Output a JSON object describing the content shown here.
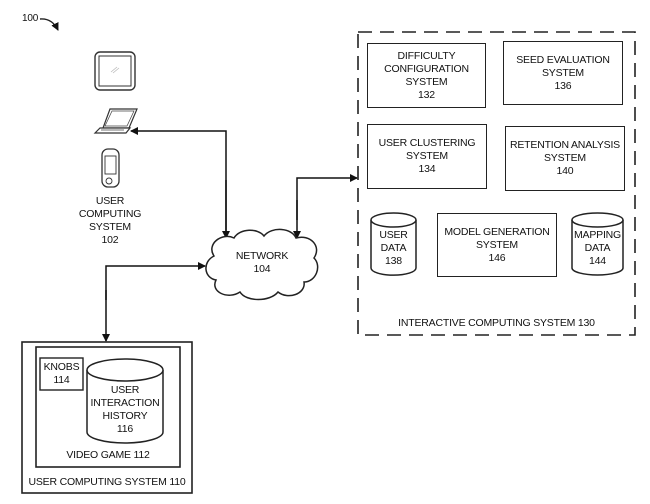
{
  "figure": {
    "ref_label": "100"
  },
  "user_computing_system_102": {
    "lines": [
      "USER",
      "COMPUTING",
      "SYSTEM",
      "102"
    ],
    "devices": [
      "monitor-icon",
      "laptop-icon",
      "phone-icon"
    ]
  },
  "network": {
    "lines": [
      "NETWORK",
      "104"
    ]
  },
  "interactive_computing_system": {
    "label": "INTERACTIVE COMPUTING SYSTEM 130",
    "components": {
      "difficulty_configuration": [
        "DIFFICULTY",
        "CONFIGURATION",
        "SYSTEM",
        "132"
      ],
      "seed_evaluation": [
        "SEED EVALUATION",
        "SYSTEM",
        "136"
      ],
      "user_clustering": [
        "USER CLUSTERING",
        "SYSTEM",
        "134"
      ],
      "retention_analysis": [
        "RETENTION ANALYSIS",
        "SYSTEM",
        "140"
      ],
      "user_data": [
        "USER",
        "DATA",
        "138"
      ],
      "model_generation": [
        "MODEL GENERATION",
        "SYSTEM",
        "146"
      ],
      "mapping_data": [
        "MAPPING",
        "DATA",
        "144"
      ]
    }
  },
  "user_computing_system_110": {
    "label": "USER COMPUTING SYSTEM 110",
    "video_game": {
      "label": "VIDEO GAME 112",
      "knobs": [
        "KNOBS",
        "114"
      ],
      "interaction_history": [
        "USER",
        "INTERACTION",
        "HISTORY",
        "116"
      ]
    }
  },
  "connections": [
    {
      "from": "network-104",
      "to": "user-computing-system-102",
      "bidirectional": true
    },
    {
      "from": "network-104",
      "to": "interactive-computing-system-130",
      "bidirectional": true
    },
    {
      "from": "network-104",
      "to": "user-computing-system-110",
      "bidirectional": true
    }
  ]
}
